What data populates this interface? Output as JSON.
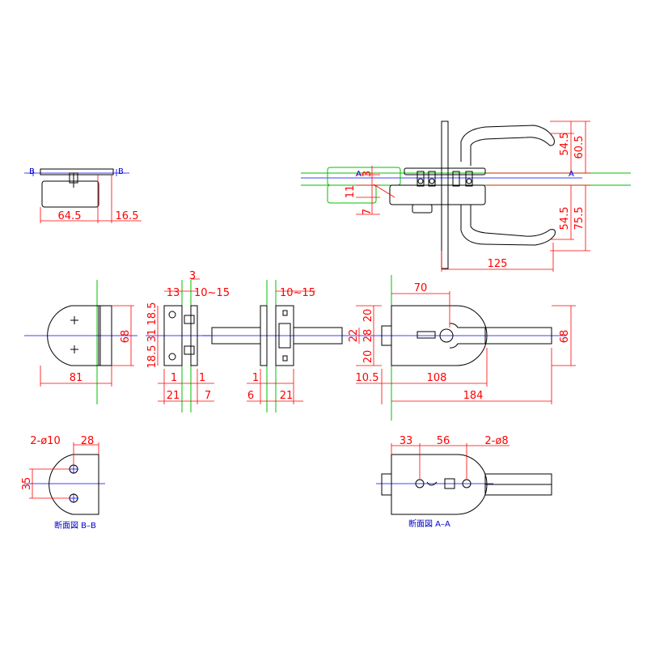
{
  "dims": {
    "d64_5": "64.5",
    "d16_5": "16.5",
    "d54_5a": "54.5",
    "d60_5": "60.5",
    "d54_5b": "54.5",
    "d75_5": "75.5",
    "d125": "125",
    "d3a": "3",
    "d11": "11",
    "d7a": "7",
    "d68a": "68",
    "d81": "81",
    "d3b": "3",
    "d13": "13",
    "d10_15a": "10~15",
    "d18_5a": "18.5",
    "d31": "31",
    "d18_5b": "18.5",
    "d1a": "1",
    "d1b": "1",
    "d21a": "21",
    "d7b": "7",
    "d10_15b": "10~15",
    "d1c": "1",
    "d6": "6",
    "d21b": "21",
    "d70": "70",
    "d20a": "20",
    "d28a": "28",
    "d20b": "20",
    "d22": "22",
    "d68b": "68",
    "d10_5": "10.5",
    "d108": "108",
    "d184": "184",
    "d2phi10": "2-ø10",
    "d28b": "28",
    "d35": "35",
    "d33": "33",
    "d56": "56",
    "d2phi8": "2-ø8"
  },
  "labels": {
    "B1": "B",
    "B2": "B",
    "A1": "A",
    "A2": "A",
    "sectionBB": "断面図 B–B",
    "sectionAA": "断面図 A–A"
  }
}
